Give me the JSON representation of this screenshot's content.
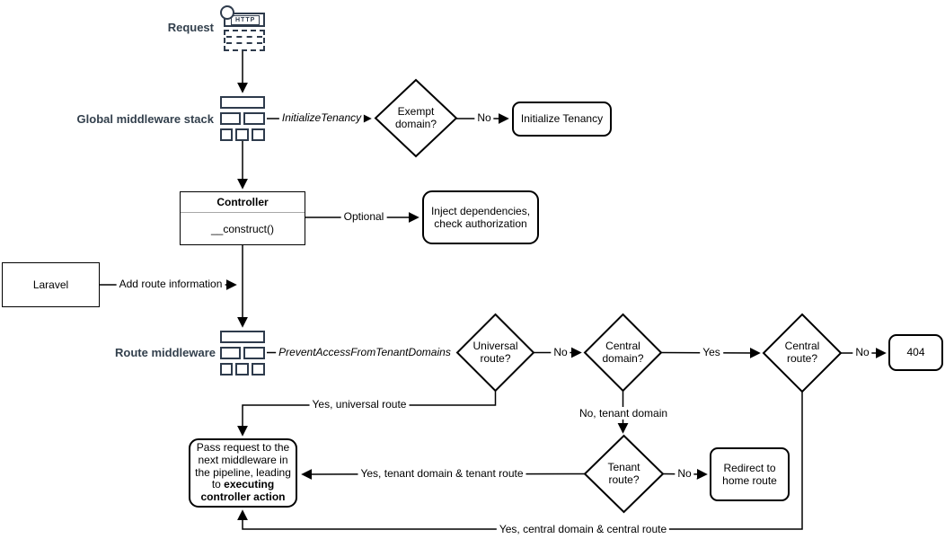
{
  "nodes": {
    "request": "Request",
    "http": "HTTP",
    "global_middleware_stack": "Global middleware stack",
    "exempt_domain": "Exempt domain?",
    "initialize_tenancy": "Initialize Tenancy",
    "controller_title": "Controller",
    "controller_constructor": "__construct()",
    "inject_dependencies": "Inject dependencies, check authorization",
    "laravel": "Laravel",
    "route_middleware": "Route middleware",
    "universal_route": "Universal route?",
    "central_domain": "Central domain?",
    "central_route": "Central route?",
    "http_404": "404",
    "tenant_route": "Tenant route?",
    "redirect_home": "Redirect to home route",
    "pass_request_text": "Pass request to the next middleware in the pipeline, leading to",
    "pass_request_bold": "executing controller action"
  },
  "edges": {
    "initialize_tenancy": "InitializeTenancy",
    "exempt_no": "No",
    "optional": "Optional",
    "add_route_information": "Add route information",
    "prevent_access": "PreventAccessFromTenantDomains",
    "universal_no": "No",
    "central_domain_yes": "Yes",
    "central_route_no": "No",
    "yes_universal_route": "Yes, universal route",
    "no_tenant_domain": "No, tenant domain",
    "tenant_no": "No",
    "yes_tenant_route": "Yes, tenant domain & tenant route",
    "yes_central_route": "Yes, central domain & central route"
  },
  "colors": {
    "accent_navy": "#33404D",
    "icon_navy": "#2E3B4C",
    "stroke": "#000000",
    "background": "#FFFFFF"
  }
}
